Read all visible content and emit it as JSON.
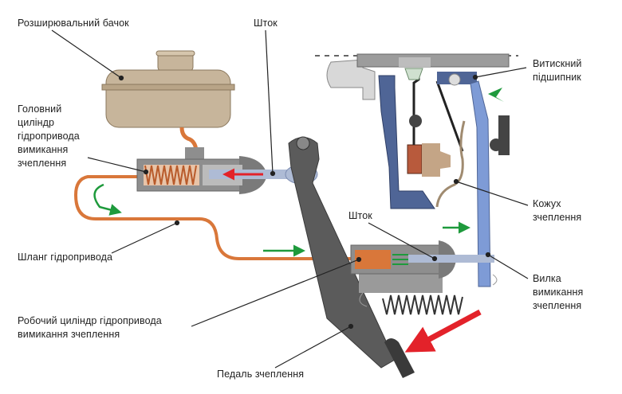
{
  "labels": {
    "reservoir": "Розширювальний бачок",
    "rod_top": "Шток",
    "master_cylinder": [
      "Головний",
      "циліндр",
      "гідропривода",
      "вимикання",
      "зчеплення"
    ],
    "release_bearing": [
      "Витискний",
      "підшипник"
    ],
    "clutch_cover": [
      "Кожух",
      "зчеплення"
    ],
    "rod_middle": "Шток",
    "hose": "Шланг гідропривода",
    "release_fork": [
      "Вилка",
      "вимикання",
      "зчеплення"
    ],
    "slave_cylinder": [
      "Робочий циліндр гідропривода",
      "вимикання зчеплення"
    ],
    "pedal": "Педаль зчеплення"
  },
  "colors": {
    "fluid_hose": "#d9773a",
    "reservoir": "#c7b59b",
    "housing_gray": "#9a9a9a",
    "pedal": "#5b5b5b",
    "pressure_plate": "#4f6596",
    "fork": "#7e9bd6",
    "flow_arrow": "#1e9a3c",
    "force_arrow": "#e3222a"
  }
}
